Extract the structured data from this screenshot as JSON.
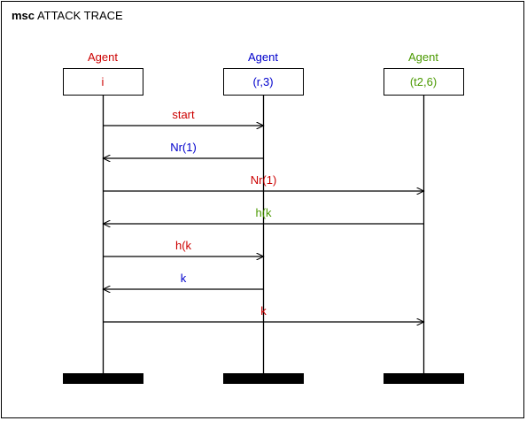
{
  "title": {
    "keyword": "msc",
    "text": "ATTACK TRACE"
  },
  "participants": [
    {
      "role": "Agent",
      "name": "i",
      "color": "#cc0000"
    },
    {
      "role": "Agent",
      "name": "(r,3)",
      "color": "#0000cc"
    },
    {
      "role": "Agent",
      "name": "(t2,6)",
      "color": "#4a9900"
    }
  ],
  "messages": [
    {
      "from": 0,
      "to": 1,
      "label": "start",
      "color": "#cc0000"
    },
    {
      "from": 1,
      "to": 0,
      "label": "Nr(1)",
      "color": "#0000cc"
    },
    {
      "from": 0,
      "to": 2,
      "label": "Nr(1)",
      "color": "#cc0000"
    },
    {
      "from": 2,
      "to": 0,
      "label": "h(k",
      "color": "#4a9900"
    },
    {
      "from": 0,
      "to": 1,
      "label": "h(k",
      "color": "#cc0000"
    },
    {
      "from": 1,
      "to": 0,
      "label": "k",
      "color": "#0000cc"
    },
    {
      "from": 0,
      "to": 2,
      "label": "k",
      "color": "#cc0000"
    }
  ]
}
